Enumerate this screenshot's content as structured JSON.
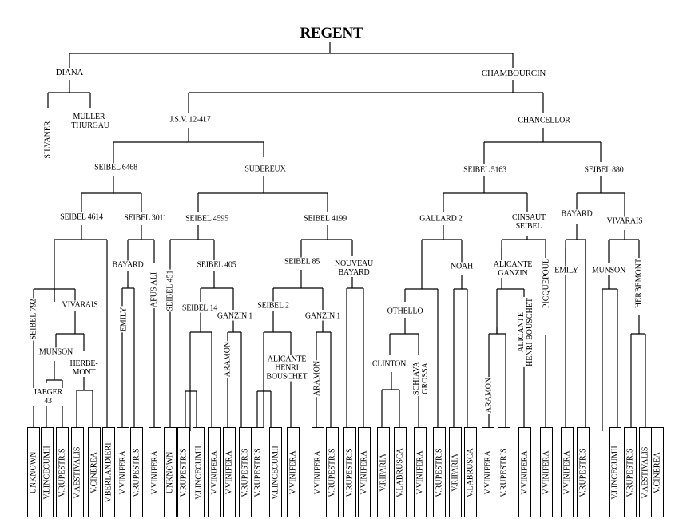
{
  "title": "REGENT",
  "nodes": {
    "diana": "DIANA",
    "chambourcin": "CHAMBOURCIN",
    "silvaner": "SILVANER",
    "muller_thurgau": [
      "MULLER-",
      "THURGAU"
    ],
    "jsv_12_417": "J.S.V. 12-417",
    "chancellor": "CHANCELLOR",
    "seibel_6468": "SEIBEL 6468",
    "subereux": "SUBEREUX",
    "seibel_5163": "SEIBEL 5163",
    "seibel_880_r": "SEIBEL 880",
    "seibel_4614": "SEIBEL 4614",
    "seibel_3011": "SEIBEL 3011",
    "seibel_4595": "SEIBEL 4595",
    "seibel_4199": "SEIBEL 4199",
    "galibert_2": "GALLARD 2",
    "cinsaut_seibel": [
      "CINSAUT",
      "SEIBEL"
    ],
    "bayard_r": "BAYARD",
    "vivarais_r": "VIVARAIS",
    "seibel_792": "SEIBEL 792",
    "vivarais_l": "VIVARAIS",
    "munson_l": "MUNSON",
    "herbemont_l": [
      "HERBE-",
      "MONT"
    ],
    "jaeger_43": [
      "JAEGER",
      "43"
    ],
    "bayard_l": "BAYARD",
    "emily_l": "EMILY",
    "aramon_afus": "AFUS ALI",
    "seibel_451": "SEIBEL 451",
    "seibel_405": "SEIBEL 405",
    "seibel_14": "SEIBEL 14",
    "ganzin_1_a": "GANZIN 1",
    "aramon_a": "ARAMON",
    "seibel_85": "SEIBEL 85",
    "nouveau_bayard": [
      "NOUVEAU",
      "BAYARD"
    ],
    "seibel_2": "SEIBEL 2",
    "ganzin_1_b": "GANZIN 1",
    "alicante_hb_a": [
      "ALICANTE",
      "HENRI",
      "BOUSCHET"
    ],
    "aramon_b": "ARAMON",
    "othello": "OTHELLO",
    "clinton": "CLINTON",
    "schiava_grossa": [
      "SCHIAVA",
      "GROSSA"
    ],
    "noah": "NOAH",
    "alicante_ganzin": [
      "ALICANTE",
      "GANZIN"
    ],
    "picpoul": "PICQUEPOUL",
    "aramon_c": "ARAMON",
    "alicante_hb_b": [
      "ALICANTE",
      "HENRI BOUSCHET"
    ],
    "emily_r": "EMILY",
    "munson_r": "MUNSON",
    "herbemont_r": "HERBEMONT"
  },
  "leaves": [
    "UNKNOWN",
    "V.LINCECUMII",
    "V.RUPESTRIS",
    "V.AESTIVALIS",
    "V.CINEREA",
    "V.BERLANDIERI",
    "V.VINIFERA",
    "V.RUPESTRIS",
    "V.VINIFERA",
    "UNKNOWN",
    "V.RUPESTRIS",
    "V.LINCECUMII",
    "V.VINIFERA",
    "V.VINIFERA",
    "V.RUPESTRIS",
    "V.RUPESTRIS",
    "V.LINCECUMII",
    "V.VINIFERA",
    "V.VINIFERA",
    "V.RUPESTRIS",
    "V.RUPESTRIS",
    "V.VINIFERA",
    "V.RIPARIA",
    "V.LABRUSCA",
    "V.VINIFERA",
    "V.RUPESTRIS",
    "V.RIPARIA",
    "V.LABRUSCA",
    "V.VINIFERA",
    "V.RUPESTRIS",
    "V.VINIFERA",
    "V.VINIFERA",
    "V.VINIFERA",
    "V.RUPESTRIS",
    "V.LINCECUMII",
    "V.RUPESTRIS",
    "V.AESTIVALIS",
    "V.CINEREA"
  ]
}
